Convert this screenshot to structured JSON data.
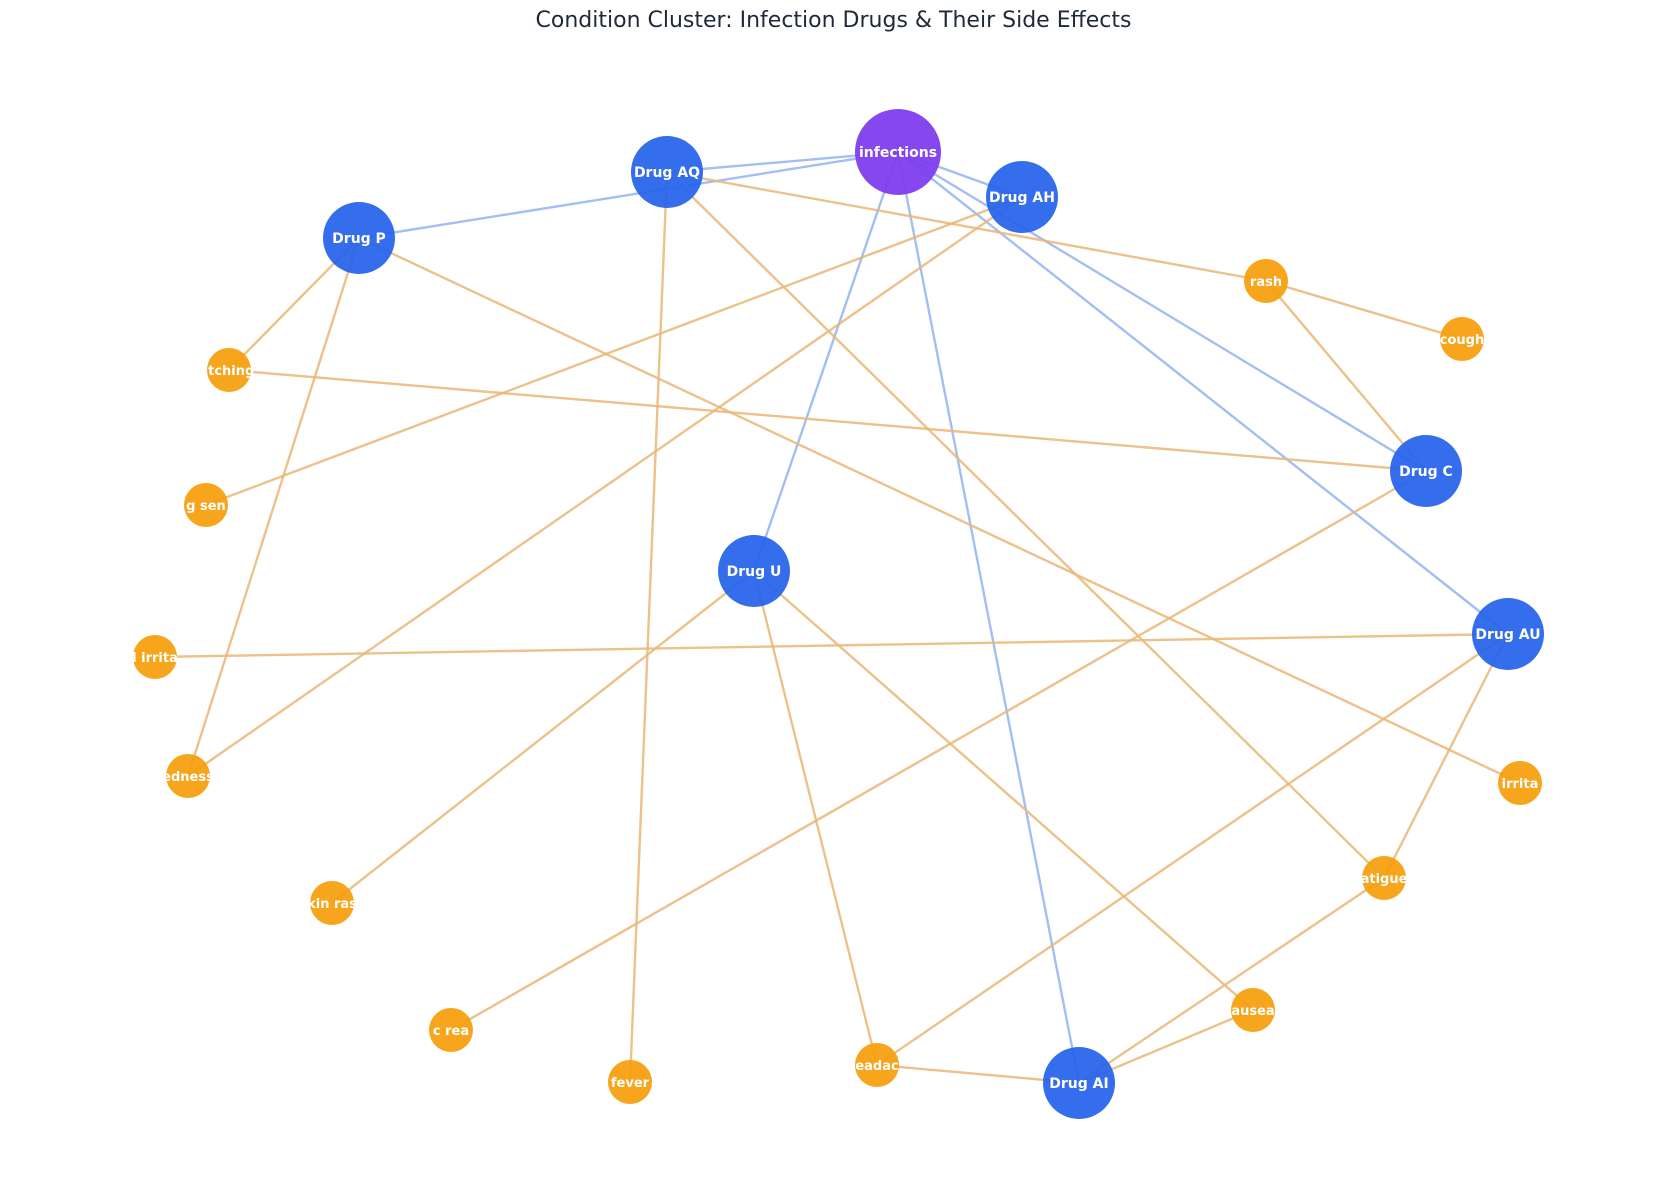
{
  "title": "Condition Cluster: Infection Drugs & Their Side Effects",
  "colors": {
    "condition": "#7c3aed",
    "drug": "#2563eb",
    "side_effect": "#f59e0b",
    "drug_edge": "#93b4f0",
    "effect_edge": "#eab676"
  },
  "nodes": [
    {
      "id": "infections",
      "label": "infections",
      "type": "condition"
    },
    {
      "id": "drug_aq",
      "label": "Drug AQ",
      "type": "drug"
    },
    {
      "id": "drug_ah",
      "label": "Drug AH",
      "type": "drug"
    },
    {
      "id": "drug_p",
      "label": "Drug P",
      "type": "drug"
    },
    {
      "id": "drug_c",
      "label": "Drug C",
      "type": "drug"
    },
    {
      "id": "drug_u",
      "label": "Drug U",
      "type": "drug"
    },
    {
      "id": "drug_au",
      "label": "Drug AU",
      "type": "drug"
    },
    {
      "id": "drug_ai",
      "label": "Drug AI",
      "type": "drug"
    },
    {
      "id": "rash",
      "label": "rash",
      "type": "side_effect"
    },
    {
      "id": "cough",
      "label": "cough",
      "type": "side_effect"
    },
    {
      "id": "itching",
      "label": "itching",
      "type": "side_effect"
    },
    {
      "id": "sun_sens",
      "label": "g sen",
      "type": "side_effect"
    },
    {
      "id": "gi_irr",
      "label": "l irrita",
      "type": "side_effect"
    },
    {
      "id": "redness",
      "label": "edness",
      "type": "side_effect"
    },
    {
      "id": "skin_rash",
      "label": "kin ras",
      "type": "side_effect"
    },
    {
      "id": "allergic",
      "label": "c rea",
      "type": "side_effect"
    },
    {
      "id": "fever",
      "label": "fever",
      "type": "side_effect"
    },
    {
      "id": "headache",
      "label": "eadac",
      "type": "side_effect"
    },
    {
      "id": "nausea",
      "label": "ausea",
      "type": "side_effect"
    },
    {
      "id": "fatigue",
      "label": "atigue",
      "type": "side_effect"
    },
    {
      "id": "irrit",
      "label": "irrita",
      "type": "side_effect"
    }
  ],
  "edges": [
    [
      "infections",
      "drug_aq"
    ],
    [
      "infections",
      "drug_ah"
    ],
    [
      "infections",
      "drug_p"
    ],
    [
      "infections",
      "drug_c"
    ],
    [
      "infections",
      "drug_u"
    ],
    [
      "infections",
      "drug_au"
    ],
    [
      "infections",
      "drug_ai"
    ],
    [
      "drug_aq",
      "rash"
    ],
    [
      "drug_aq",
      "fever"
    ],
    [
      "drug_aq",
      "fatigue"
    ],
    [
      "drug_ah",
      "sun_sens"
    ],
    [
      "drug_ah",
      "redness"
    ],
    [
      "drug_p",
      "itching"
    ],
    [
      "drug_p",
      "redness"
    ],
    [
      "drug_p",
      "irrit"
    ],
    [
      "drug_c",
      "rash"
    ],
    [
      "drug_c",
      "itching"
    ],
    [
      "drug_c",
      "allergic"
    ],
    [
      "drug_u",
      "skin_rash"
    ],
    [
      "drug_u",
      "headache"
    ],
    [
      "drug_u",
      "nausea"
    ],
    [
      "drug_au",
      "gi_irr"
    ],
    [
      "drug_au",
      "headache"
    ],
    [
      "drug_au",
      "fatigue"
    ],
    [
      "drug_ai",
      "headache"
    ],
    [
      "drug_ai",
      "nausea"
    ],
    [
      "drug_ai",
      "fatigue"
    ],
    [
      "rash",
      "cough"
    ]
  ]
}
